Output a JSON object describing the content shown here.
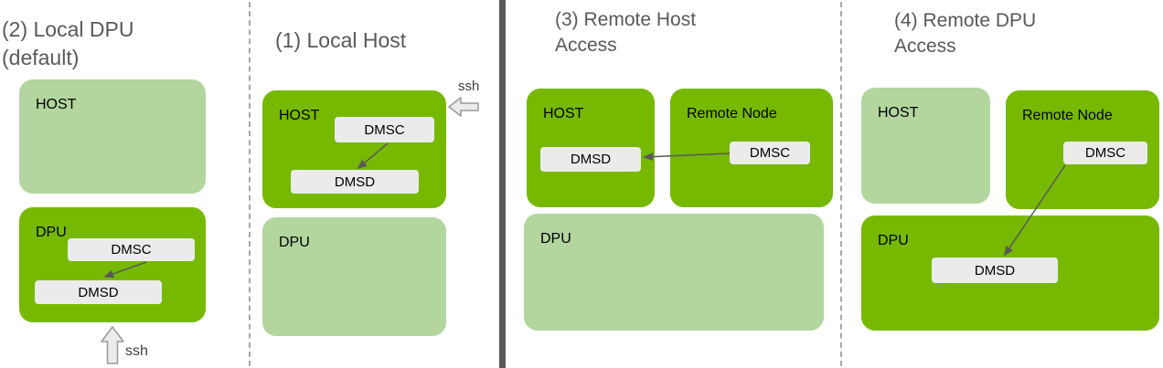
{
  "colors": {
    "bright_green": "#76b900",
    "light_green": "#b2d69e",
    "module_bg": "#ebebeb",
    "arrow": "#595959",
    "title_text": "#595959",
    "label_text": "#000000",
    "ssh_text": "#404040",
    "divider_dashed": "#a8a8a8",
    "divider_solid": "#58595b",
    "block_arrow_fill": "#ebebeb",
    "block_arrow_stroke": "#9a9a9a"
  },
  "panels": [
    {
      "title": "(2) Local DPU\n(default)",
      "host_label": "HOST",
      "dpu_label": "DPU",
      "dmsc_label": "DMSC",
      "dmsd_label": "DMSD",
      "ssh_label": "ssh"
    },
    {
      "title": "(1) Local Host",
      "host_label": "HOST",
      "dpu_label": "DPU",
      "dmsc_label": "DMSC",
      "dmsd_label": "DMSD",
      "ssh_label": "ssh"
    },
    {
      "title": "(3) Remote Host\nAccess",
      "host_label": "HOST",
      "remote_node_label": "Remote Node",
      "dpu_label": "DPU",
      "dmsc_label": "DMSC",
      "dmsd_label": "DMSD"
    },
    {
      "title": "(4) Remote DPU\nAccess",
      "host_label": "HOST",
      "remote_node_label": "Remote Node",
      "dpu_label": "DPU",
      "dmsc_label": "DMSC",
      "dmsd_label": "DMSD"
    }
  ]
}
